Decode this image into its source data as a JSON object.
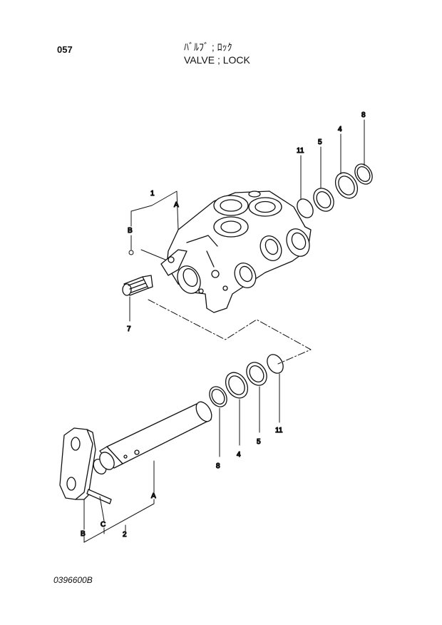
{
  "header": {
    "page_number": "057",
    "title_jp": "ﾊﾞﾙﾌﾞ ; ﾛｯｸ",
    "title_en": "VALVE ; LOCK"
  },
  "footer": {
    "drawing_number": "0396600B"
  },
  "callouts": {
    "valve_body": "1",
    "ref_a_top": "A",
    "ref_b_top": "B",
    "plug": "7",
    "oring_top": "11",
    "ring5_top": "5",
    "ring4_top": "4",
    "snapring_top": "8",
    "oring_bottom": "11",
    "ring5_bottom": "5",
    "ring4_bottom": "4",
    "snapring_bottom": "8",
    "spool": "2",
    "ref_a_bottom": "A",
    "ref_b_bottom": "B",
    "ref_c": "C"
  }
}
